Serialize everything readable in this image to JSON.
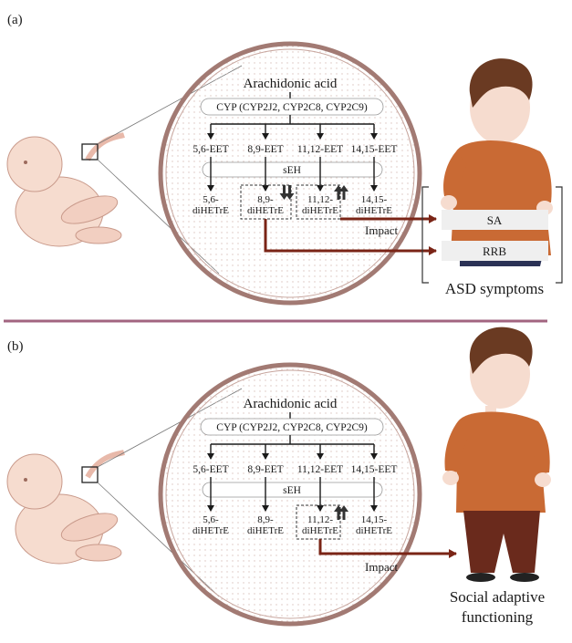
{
  "panel_a": {
    "label": "(a)",
    "precursor": "Arachidonic acid",
    "enzyme_cyp": "CYP (CYP2J2, CYP2C8, CYP2C9)",
    "eets": [
      "5,6-EET",
      "8,9-EET",
      "11,12-EET",
      "14,15-EET"
    ],
    "enzyme_seh": "sEH",
    "diols_line1": [
      "5,6-",
      "8,9-",
      "11,12-",
      "14,15-"
    ],
    "diols_line2": [
      "diHETrE",
      "diHETrE",
      "diHETrE",
      "diHETrE"
    ],
    "impact": "Impact",
    "outcomes": [
      "SA",
      "RRB"
    ],
    "outcome_group": "ASD symptoms"
  },
  "panel_b": {
    "label": "(b)",
    "precursor": "Arachidonic acid",
    "enzyme_cyp": "CYP (CYP2J2, CYP2C8, CYP2C9)",
    "eets": [
      "5,6-EET",
      "8,9-EET",
      "11,12-EET",
      "14,15-EET"
    ],
    "enzyme_seh": "sEH",
    "diols_line1": [
      "5,6-",
      "8,9-",
      "11,12-",
      "14,15-"
    ],
    "diols_line2": [
      "diHETrE",
      "diHETrE",
      "diHETrE",
      "diHETrE"
    ],
    "impact": "Impact",
    "outcome_line1": "Social adaptive",
    "outcome_line2": "functioning"
  },
  "colors": {
    "circle_border": "#a27a73",
    "circle_fill": "#f8f1ee",
    "divider": "#a26580",
    "impact_arrow": "#7a2416",
    "shirt": "#c96a34",
    "pants_a": "#2b3256",
    "pants_b": "#6a2a1c",
    "hair": "#6a3a22",
    "skin": "#f6dccf"
  }
}
